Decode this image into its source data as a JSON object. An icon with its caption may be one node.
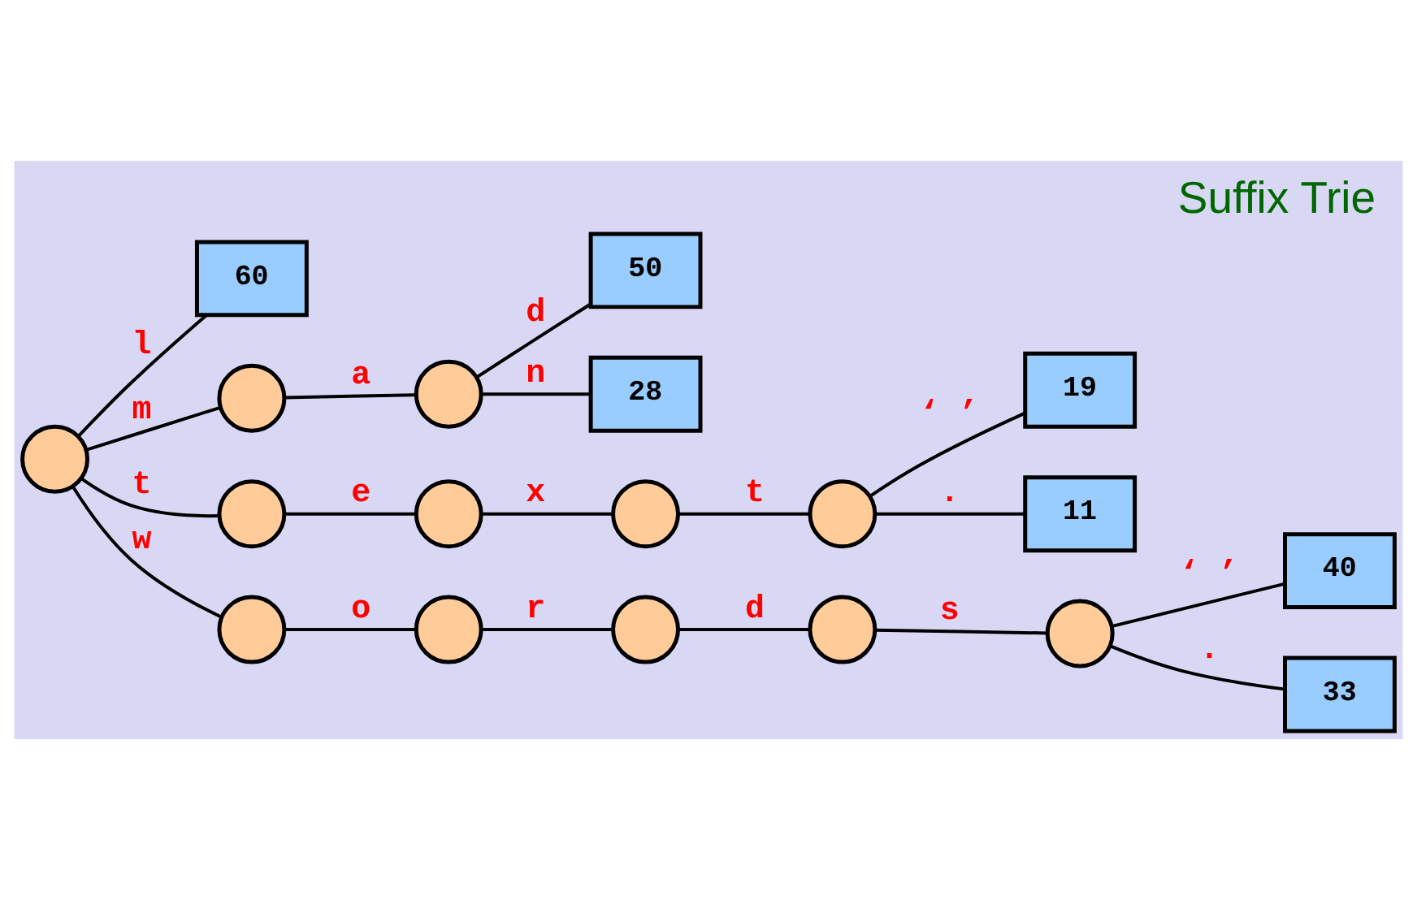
{
  "diagram": {
    "title": "Suffix Trie",
    "nodes": [
      {
        "text": [],
        "shape": "circle"
      },
      {
        "text": [
          "60"
        ]
      },
      {
        "text": [],
        "shape": "circle"
      },
      {
        "text": [],
        "shape": "circle"
      },
      {
        "text": [
          "50"
        ]
      },
      {
        "text": [
          "28"
        ]
      },
      {
        "text": [],
        "shape": "circle"
      },
      {
        "text": [],
        "shape": "circle"
      },
      {
        "text": [],
        "shape": "circle"
      },
      {
        "text": [],
        "shape": "circle"
      },
      {
        "text": [
          "19"
        ]
      },
      {
        "text": [
          "11"
        ]
      },
      {
        "text": [],
        "shape": "circle"
      },
      {
        "text": [],
        "shape": "circle"
      },
      {
        "text": [],
        "shape": "circle"
      },
      {
        "text": [],
        "shape": "circle"
      },
      {
        "text": [],
        "shape": "circle"
      },
      {
        "text": [
          "40"
        ]
      },
      {
        "text": [
          "33"
        ]
      }
    ],
    "edges": [
      {
        "from": 0,
        "to": 1,
        "arrow": "none",
        "label": "l"
      },
      {
        "from": 0,
        "to": 2,
        "arrow": "none",
        "label": "m"
      },
      {
        "from": 2,
        "to": 3,
        "arrow": "none",
        "label": "a"
      },
      {
        "from": 3,
        "to": 4,
        "arrow": "none",
        "label": "d"
      },
      {
        "from": 3,
        "to": 5,
        "arrow": "none",
        "label": "n"
      },
      {
        "from": 0,
        "to": 6,
        "arrow": "none",
        "label": "t"
      },
      {
        "from": 6,
        "to": 7,
        "arrow": "none",
        "label": "e"
      },
      {
        "from": 7,
        "to": 8,
        "arrow": "none",
        "label": "x"
      },
      {
        "from": 8,
        "to": 9,
        "arrow": "none",
        "label": "t"
      },
      {
        "from": 9,
        "to": 10,
        "arrow": "none",
        "label": "‘ ’"
      },
      {
        "from": 9,
        "to": 11,
        "arrow": "none",
        "label": "."
      },
      {
        "from": 0,
        "to": 12,
        "arrow": "none",
        "label": "w"
      },
      {
        "from": 12,
        "to": 13,
        "arrow": "none",
        "label": "o"
      },
      {
        "from": 13,
        "to": 14,
        "arrow": "none",
        "label": "r"
      },
      {
        "from": 14,
        "to": 15,
        "arrow": "none",
        "label": "d"
      },
      {
        "from": 15,
        "to": 16,
        "arrow": "none",
        "label": "s"
      },
      {
        "from": 16,
        "to": 17,
        "arrow": "none",
        "label": "‘ ’"
      },
      {
        "from": 16,
        "to": 18,
        "arrow": "none",
        "label": "."
      }
    ]
  }
}
